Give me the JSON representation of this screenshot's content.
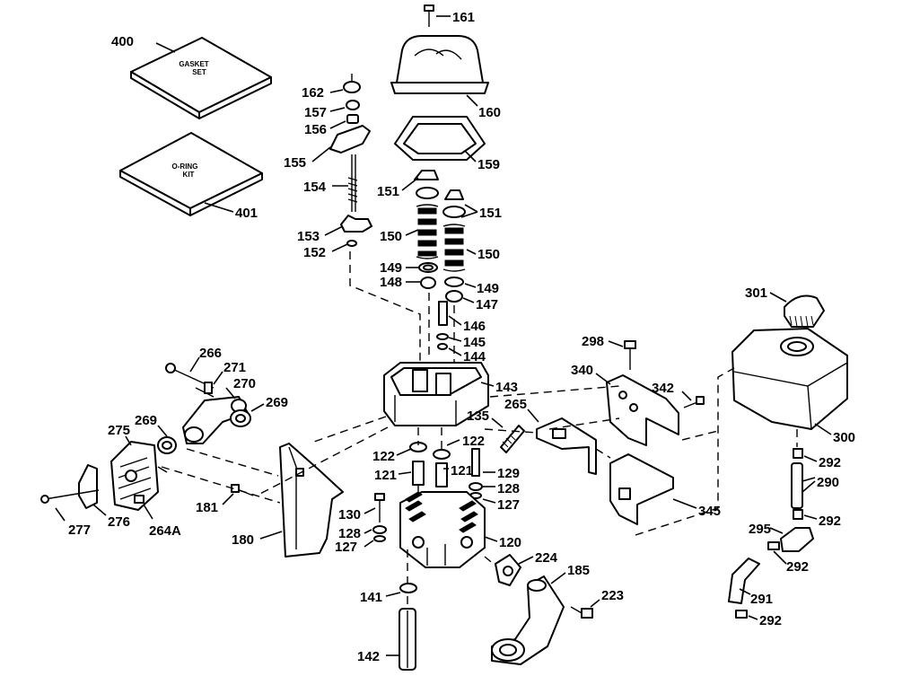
{
  "kits": {
    "gasket_set": {
      "number": "400",
      "label_line1": "GASKET",
      "label_line2": "SET"
    },
    "o_ring_kit": {
      "number": "401",
      "label_line1": "O-RING",
      "label_line2": "KIT"
    }
  },
  "callouts": {
    "c161": "161",
    "c160": "160",
    "c159": "159",
    "c162": "162",
    "c157": "157",
    "c156": "156",
    "c155": "155",
    "c154": "154",
    "c153": "153",
    "c152": "152",
    "c151a": "151",
    "c151b": "151",
    "c150a": "150",
    "c150b": "150",
    "c149a": "149",
    "c149b": "149",
    "c148": "148",
    "c147": "147",
    "c146": "146",
    "c145": "145",
    "c144": "144",
    "c143": "143",
    "c135": "135",
    "c265": "265",
    "c122a": "122",
    "c122b": "122",
    "c121a": "121",
    "c121b": "121",
    "c129": "129",
    "c128a": "128",
    "c128b": "128",
    "c127a": "127",
    "c127b": "127",
    "c130": "130",
    "c120": "120",
    "c224": "224",
    "c185": "185",
    "c223": "223",
    "c141": "141",
    "c142": "142",
    "c266": "266",
    "c271": "271",
    "c270": "270",
    "c269a": "269",
    "c269b": "269",
    "c275": "275",
    "c277": "277",
    "c276": "276",
    "c264A": "264A",
    "c181": "181",
    "c180": "180",
    "c298": "298",
    "c340": "340",
    "c342": "342",
    "c345": "345",
    "c301": "301",
    "c300": "300",
    "c292a": "292",
    "c290": "290",
    "c292b": "292",
    "c295": "295",
    "c292c": "292",
    "c291": "291",
    "c292d": "292"
  }
}
